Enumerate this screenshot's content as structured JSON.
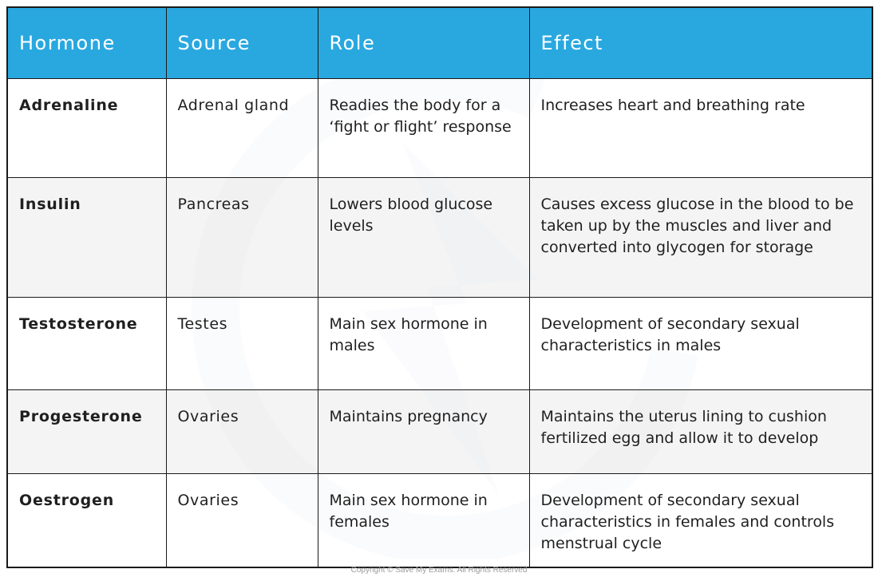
{
  "table": {
    "headers": [
      "Hormone",
      "Source",
      "Role",
      "Effect"
    ],
    "rows": [
      {
        "hormone": "Adrenaline",
        "source": "Adrenal gland",
        "role": "Readies the body for a ‘fight or flight’ response",
        "effect": "Increases heart and breathing rate"
      },
      {
        "hormone": "Insulin",
        "source": "Pancreas",
        "role": "Lowers blood glucose levels",
        "effect": "Causes excess glucose in the blood to be taken up by the muscles and liver and converted into glycogen for storage"
      },
      {
        "hormone": "Testosterone",
        "source": "Testes",
        "role": "Main sex hormone in males",
        "effect": "Development of secondary sexual characteristics in males"
      },
      {
        "hormone": "Progesterone",
        "source": "Ovaries",
        "role": "Maintains pregnancy",
        "effect": "Maintains the uterus lining to cushion fertilized egg and allow it to develop"
      },
      {
        "hormone": "Oestrogen",
        "source": "Ovaries",
        "role": "Main sex hormone in females",
        "effect": "Development of secondary sexual characteristics in females and controls menstrual cycle"
      }
    ]
  },
  "footer": {
    "copyright": "Copyright © Save My Exams. All Rights Reserved"
  },
  "colors": {
    "header_bg": "#29a8e0",
    "header_text": "#ffffff",
    "border": "#1a1a1a",
    "alt_row": "#f0f0f0"
  },
  "icons": {
    "watermark": "save-my-exams-logo-watermark"
  }
}
